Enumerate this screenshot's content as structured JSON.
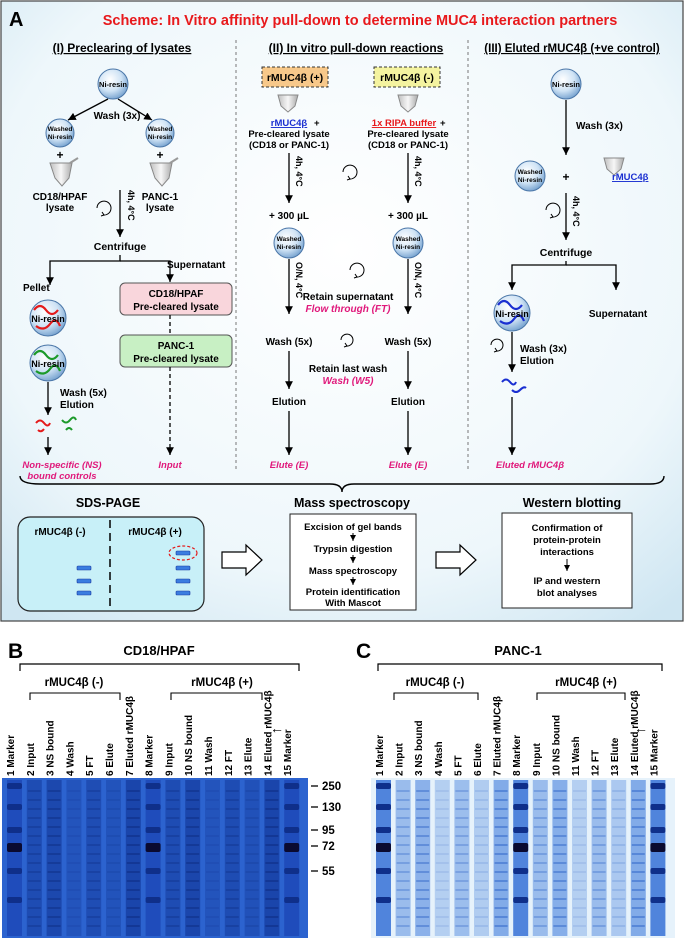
{
  "panel_a": {
    "letter": "A",
    "title": "Scheme: In Vitro affinity pull-down to determine MUC4 interaction partners",
    "col1": {
      "heading": "(I) Preclearing of lysates",
      "ni_resin": "Ni-resin",
      "wash3": "Wash (3x)",
      "washed1": "Washed",
      "washed2": "Ni-resin",
      "plus": "+",
      "lysate_a1": "CD18/HPAF",
      "lysate_a2": "lysate",
      "lysate_b1": "PANC-1",
      "lysate_b2": "lysate",
      "incub": "4h, 4°C",
      "centrifuge": "Centrifuge",
      "pellet": "Pellet",
      "supernatant": "Supernatant",
      "pc_a1": "CD18/HPAF",
      "pc_a2": "Pre-cleared lysate",
      "pc_b1": "PANC-1",
      "pc_b2": "Pre-cleared lysate",
      "wash5": "Wash (5x)",
      "elution": "Elution",
      "ns1": "Non-specific (NS)",
      "ns2": "bound controls",
      "input": "Input"
    },
    "col2": {
      "heading": "(II) In vitro pull-down reactions",
      "plus_box": "rMUC4β (+)",
      "minus_box": "rMUC4β (-)",
      "rmuc": "rMUC4β",
      "plus": "+",
      "ripa": "1x RIPA buffer",
      "precleared": "Pre-cleared lysate",
      "cd18panc": "(CD18 or PANC-1)",
      "incub": "4h, 4°C",
      "add300": "+ 300 µL",
      "washed1": "Washed",
      "washed2": "Ni-resin",
      "on": "O/N, 4°C",
      "retain_sup": "Retain supernatant",
      "ft": "Flow through (FT)",
      "wash5": "Wash (5x)",
      "retain_last": "Retain last wash",
      "w5": "Wash (W5)",
      "elution": "Elution",
      "elute": "Elute (E)"
    },
    "col3": {
      "heading": "(III) Eluted rMUC4β (+ve control)",
      "ni_resin": "Ni-resin",
      "wash3": "Wash (3x)",
      "washed1": "Washed",
      "washed2": "Ni-resin",
      "plus": "+",
      "rmuc": "rMUC4β",
      "incub": "4h, 4°C",
      "centrifuge": "Centrifuge",
      "supernatant": "Supernatant",
      "wash3b": "Wash (3x)",
      "elution": "Elution",
      "eluted": "Eluted rMUC4β"
    },
    "bottom": {
      "sds": "SDS-PAGE",
      "gel_minus": "rMUC4β (-)",
      "gel_plus": "rMUC4β (+)",
      "mass": "Mass spectroscopy",
      "mass_steps": [
        "Excision of gel bands",
        "Trypsin digestion",
        "Mass spectroscopy",
        "Protein identification",
        "With Mascot"
      ],
      "western": "Western blotting",
      "wb_steps": [
        "Confirmation of",
        "protein-protein",
        "interactions",
        "IP and western",
        "blot analyses"
      ]
    }
  },
  "panel_b": {
    "letter": "B",
    "title": "CD18/HPAF",
    "group_minus": "rMUC4β (-)",
    "group_plus": "rMUC4β (+)",
    "lanes": [
      "1 Marker",
      "2 Input",
      "3 NS bound",
      "4 Wash",
      "5 FT",
      "6 Elute",
      "7 Eluted rMUC4β",
      "8 Marker",
      "9 Input",
      "10 NS bound",
      "11 Wash",
      "12 FT",
      "13 Elute",
      "14 Eluted rMUC4β",
      "15 Marker"
    ]
  },
  "panel_c": {
    "letter": "C",
    "title": "PANC-1",
    "group_minus": "rMUC4β (-)",
    "group_plus": "rMUC4β (+)",
    "lanes": [
      "1 Marker",
      "2 Input",
      "3 NS bound",
      "4 Wash",
      "5 FT",
      "6 Elute",
      "7 Eluted rMUC4β",
      "8 Marker",
      "9 Input",
      "10 NS bound",
      "11 Wash",
      "12 FT",
      "13 Elute",
      "14 Eluted rMUC4β",
      "15 Marker"
    ]
  },
  "mw_markers": [
    "250",
    "130",
    "95",
    "72",
    "55"
  ],
  "colors": {
    "title_red": "#e8191c",
    "pink": "#e0197b",
    "blue_link": "#1a2fd1",
    "panel_bg": "#dff0f8",
    "gel_blue": "#1f55c9"
  }
}
